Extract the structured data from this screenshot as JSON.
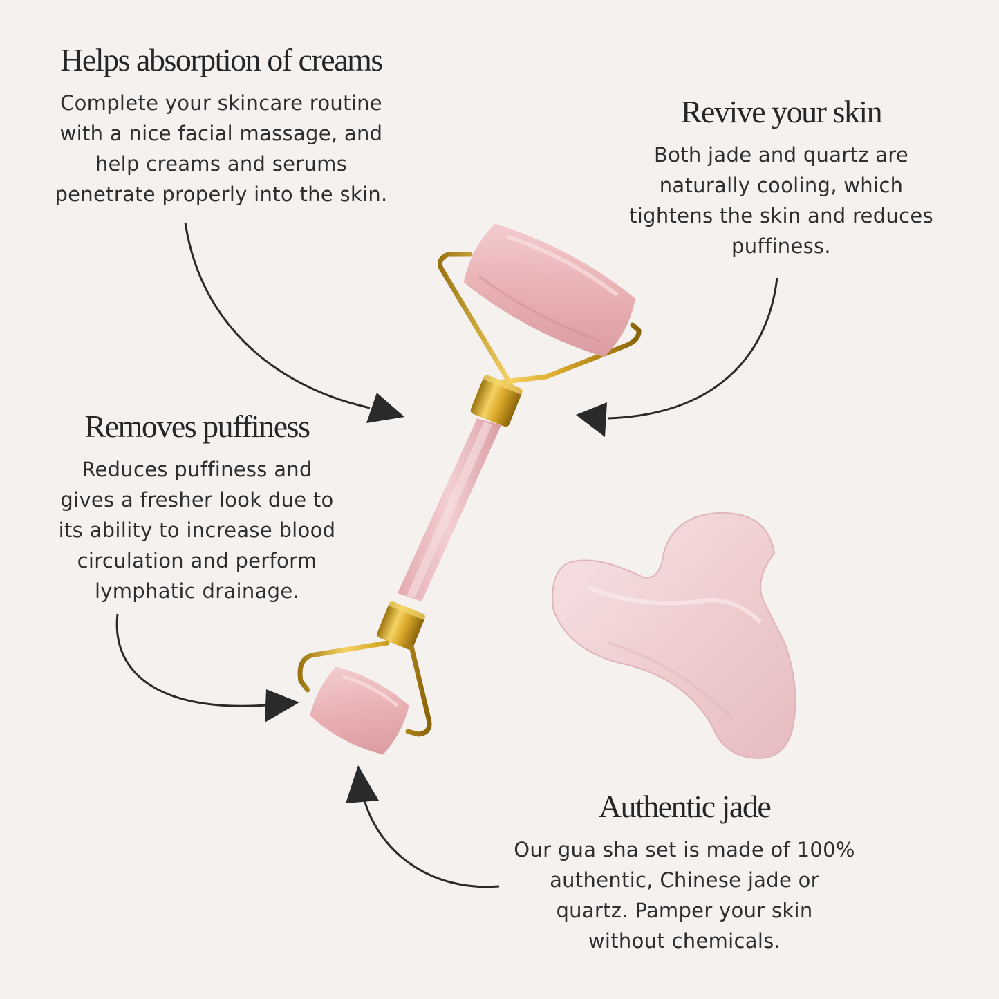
{
  "features": [
    {
      "title": "Helps absorption of creams",
      "lines": [
        "Complete your skincare routine",
        "with a nice facial massage, and",
        "help creams and serums",
        "penetrate properly into the skin."
      ]
    },
    {
      "title": "Revive your skin",
      "lines": [
        "Both jade and quartz are",
        "naturally cooling, which",
        "tightens the skin and reduces",
        "puffiness."
      ]
    },
    {
      "title": "Removes puffiness",
      "lines": [
        "Reduces puffiness and",
        "gives a fresher look due to",
        "its ability to increase blood",
        "circulation and perform",
        "lymphatic drainage."
      ]
    },
    {
      "title": "Authentic jade",
      "lines": [
        "Our gua sha set is made of 100%",
        "authentic, Chinese jade or",
        "quartz. Pamper your skin",
        "without chemicals."
      ]
    }
  ],
  "colors": {
    "background": "#f4f1ef",
    "rose_quartz": "#ecbcbe",
    "gold": "#d4a62c",
    "arrow": "#2a2a2a"
  }
}
